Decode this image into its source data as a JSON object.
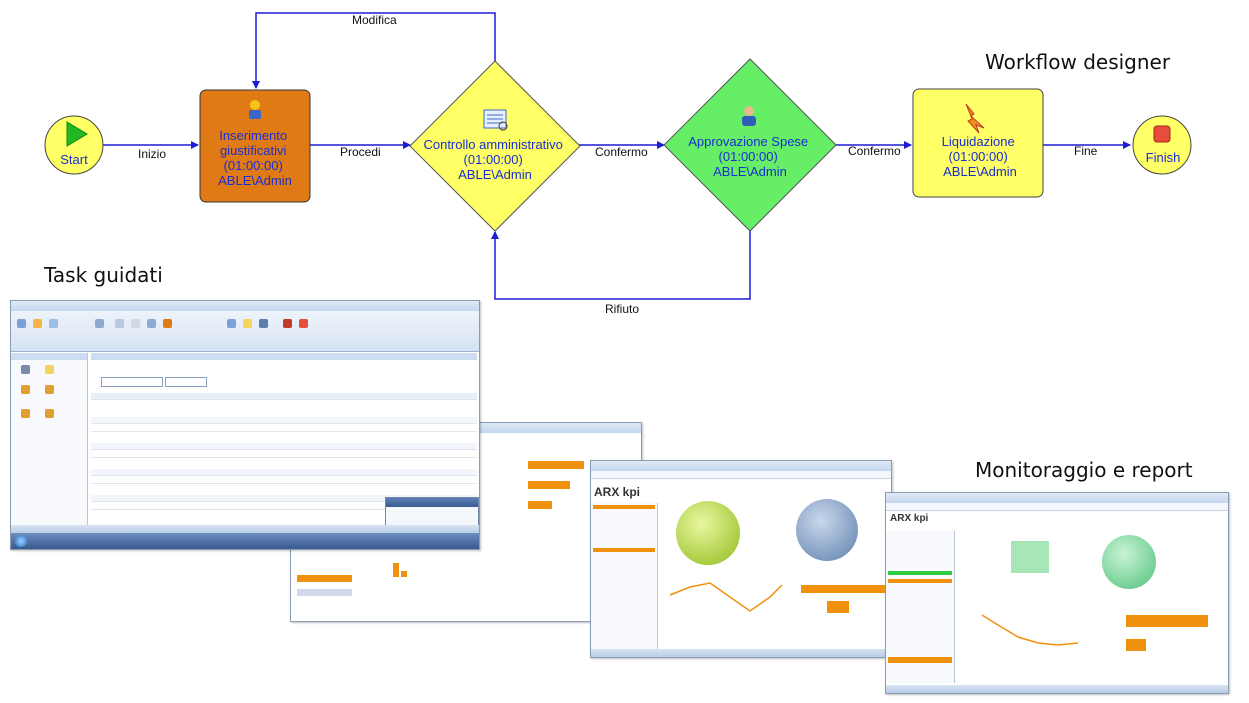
{
  "sections": {
    "workflow_designer": "Workflow designer",
    "task_guidati": "Task guidati",
    "monitoraggio": "Monitoraggio e report"
  },
  "nodes": {
    "start": "Start",
    "finish": "Finish",
    "inserimento": [
      "Inserimento",
      "giustificativi",
      "(01:00:00)",
      "ABLE\\Admin"
    ],
    "controllo": [
      "Controllo amministrativo",
      "(01:00:00)",
      "ABLE\\Admin"
    ],
    "approvazione": [
      "Approvazione Spese",
      "(01:00:00)",
      "ABLE\\Admin"
    ],
    "liquidazione": [
      "Liquidazione",
      "(01:00:00)",
      "ABLE\\Admin"
    ]
  },
  "edges": {
    "inizio": "Inizio",
    "procedi": "Procedi",
    "conferma1": "Confermo",
    "conferma2": "Confermo",
    "fine": "Fine",
    "modifica": "Modifica",
    "rifiuto": "Rifiuto"
  },
  "colors": {
    "orange": "#e07a14",
    "yellow": "#ffff66",
    "green": "#66ee66",
    "node_text_blue": "#1a2fd0",
    "edge_blue": "#1c1cd6",
    "chart_orange": "#f0900f"
  },
  "screens": {
    "task_app_logo": "ARX kpi",
    "monitor_logo": "ARX kpi"
  }
}
